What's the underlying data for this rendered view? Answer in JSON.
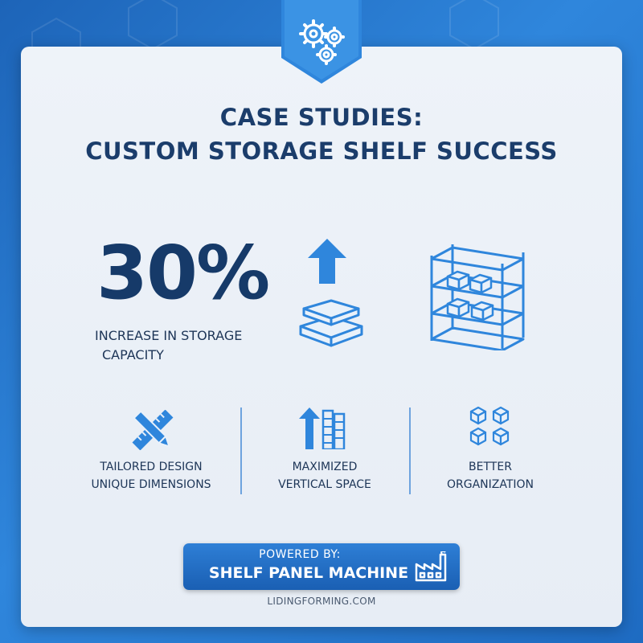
{
  "title": {
    "line1": "CASE STUDIES:",
    "line2": "CUSTOM STORAGE SHELF SUCCESS"
  },
  "stat": {
    "value": "30%",
    "label_line1": "INCREASE IN STORAGE",
    "label_line2": "CAPACITY"
  },
  "features": [
    {
      "icon": "ruler-pencil-icon",
      "line1": "TAILORED DESIGN",
      "line2": "UNIQUE DIMENSIONS"
    },
    {
      "icon": "vertical-space-icon",
      "line1": "MAXIMIZED",
      "line2": "VERTICAL SPACE"
    },
    {
      "icon": "boxes-grid-icon",
      "line1": "BETTER",
      "line2": "ORGANIZATION"
    }
  ],
  "cta": {
    "pre": "POWERED BY:",
    "main": "SHELF PANEL MACHINE",
    "icon": "factory-icon"
  },
  "website": "LIDINGFORMING.COM",
  "icons": {
    "badge": "gears-icon",
    "stat_arrow": "arrow-up-icon",
    "stat_stack": "stacked-boards-icon",
    "stat_shelf": "storage-rack-icon"
  },
  "colors": {
    "background": "#2a7bd2",
    "card": "#eaf0f7",
    "title": "#1b3d6b",
    "accent": "#2f86dc",
    "button": "#1f68be"
  }
}
